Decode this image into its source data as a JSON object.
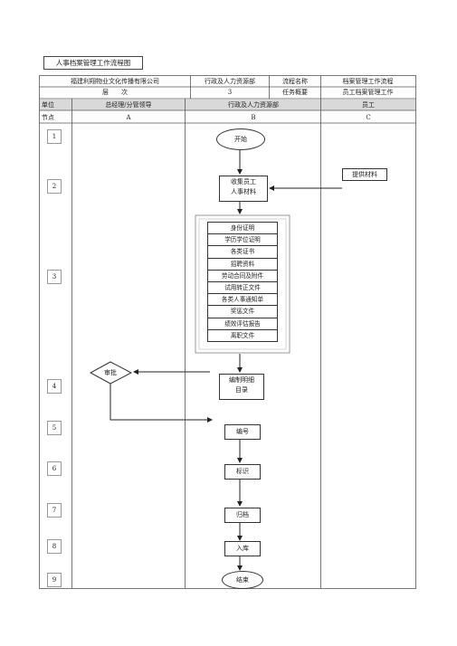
{
  "page_title": "人事档案管理工作流程图",
  "header": {
    "company": "福建利翔物业文化传播有限公司",
    "dept": "行政及人力资源部",
    "flow_name_label": "流程名称",
    "flow_name_value": "档案管理工作流程",
    "level_label": "层　　次",
    "level_value": "3",
    "task_label": "任务概要",
    "task_value": "员工档案管理工作"
  },
  "columns": {
    "unit_label": "单位",
    "node_label": "节点",
    "col_a_title": "总经理/分管领导",
    "col_b_title": "行政及人力资源部",
    "col_c_title": "员工",
    "col_a_code": "A",
    "col_b_code": "B",
    "col_c_code": "C"
  },
  "nodes": [
    "1",
    "2",
    "3",
    "4",
    "5",
    "6",
    "7",
    "8",
    "9"
  ],
  "flow": {
    "start": "开始",
    "collect_line1": "收集员工",
    "collect_line2": "人事材料",
    "provide": "提供材料",
    "docs": [
      "身份证明",
      "学历学位证明",
      "各类证书",
      "招聘资料",
      "劳动合同及附件",
      "试用转正文件",
      "各类人事通知单",
      "奖惩文件",
      "绩效评估报告",
      "离职文件"
    ],
    "catalog_line1": "编制明细",
    "catalog_line2": "目录",
    "approve": "审批",
    "number": "编号",
    "label": "标识",
    "archive": "归档",
    "store": "入库",
    "end": "结束"
  }
}
